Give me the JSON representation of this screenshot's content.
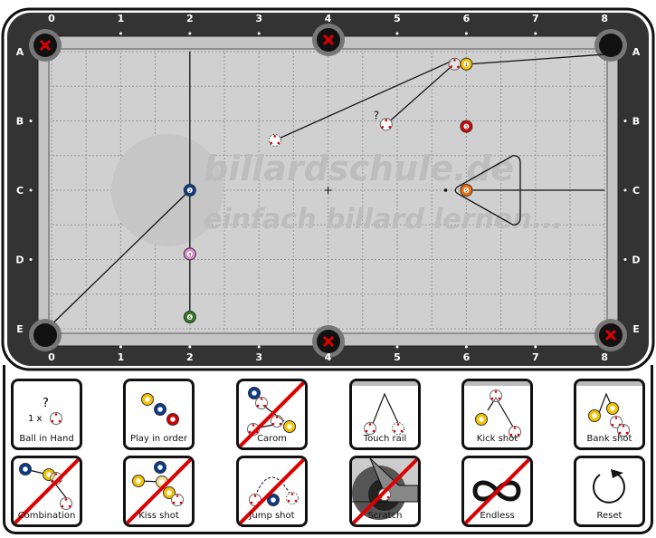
{
  "table": {
    "column_labels": [
      "0",
      "1",
      "2",
      "3",
      "4",
      "5",
      "6",
      "7",
      "8"
    ],
    "row_labels": [
      "A",
      "B",
      "C",
      "D",
      "E"
    ],
    "watermark_line1": "billardschule.de",
    "watermark_line2": "einfach billard lernen...",
    "question_mark": "?",
    "colors": {
      "rail": "#333333",
      "cushion": "#c4c4c4",
      "cloth": "#d0d0d0",
      "pocket_mark": "#dd0000"
    },
    "balls": [
      {
        "number": "1",
        "color": "#f5c400",
        "x": 6.0,
        "y": 0.18
      },
      {
        "number": "3",
        "color": "#d40000",
        "x": 6.0,
        "y": 1.08
      },
      {
        "number": "2",
        "color": "#0a3a8a",
        "x": 2.0,
        "y": 2.0
      },
      {
        "number": "4",
        "color": "#e08ad0",
        "x": 2.0,
        "y": 2.92
      },
      {
        "number": "6",
        "color": "#2f7a1e",
        "x": 2.0,
        "y": 3.83
      },
      {
        "number": "5",
        "color": "#ff6a00",
        "x": 6.0,
        "y": 2.0
      }
    ],
    "cue_balls": [
      {
        "kind": "ghost",
        "x": 5.83,
        "y": 0.18
      },
      {
        "kind": "ball-in-hand",
        "x": 4.84,
        "y": 1.05
      },
      {
        "kind": "dashed",
        "x": 3.23,
        "y": 1.28
      }
    ],
    "paths": [
      [
        [
          2.0,
          0.0
        ],
        [
          2.0,
          3.83
        ]
      ],
      [
        [
          0.04,
          3.9
        ],
        [
          2.0,
          2.0
        ]
      ],
      [
        [
          3.23,
          1.28
        ],
        [
          5.78,
          0.14
        ]
      ],
      [
        [
          4.84,
          1.05
        ],
        [
          5.8,
          0.2
        ]
      ],
      [
        [
          6.05,
          0.18
        ],
        [
          8.0,
          0.04
        ]
      ],
      [
        [
          6.05,
          2.0
        ],
        [
          8.0,
          2.0
        ]
      ]
    ],
    "rack_triangle": {
      "apex": [
        5.88,
        2.0
      ],
      "back_x": 6.78,
      "half_height": 0.5
    },
    "foot_spot": [
      5.7,
      2.0
    ],
    "center_spot": [
      4.0,
      2.0
    ],
    "pockets_marked": [
      "top-left",
      "top-middle",
      "bottom-middle",
      "bottom-right"
    ]
  },
  "buttons": [
    {
      "id": "ball-in-hand",
      "label": "Ball in Hand",
      "prefix": "1 x",
      "disabled": false
    },
    {
      "id": "play-in-order",
      "label": "Play in order",
      "disabled": false
    },
    {
      "id": "carom",
      "label": "Carom",
      "disabled": true
    },
    {
      "id": "touch-rail",
      "label": "Touch rail",
      "disabled": false
    },
    {
      "id": "kick-shot",
      "label": "Kick shot",
      "disabled": false
    },
    {
      "id": "bank-shot",
      "label": "Bank shot",
      "disabled": false
    },
    {
      "id": "combination",
      "label": "Combination",
      "disabled": true
    },
    {
      "id": "kiss-shot",
      "label": "Kiss shot",
      "disabled": true
    },
    {
      "id": "jump-shot",
      "label": "Jump shot",
      "disabled": true
    },
    {
      "id": "scratch",
      "label": "Scratch",
      "disabled": true
    },
    {
      "id": "endless",
      "label": "Endless",
      "disabled": true
    },
    {
      "id": "reset",
      "label": "Reset",
      "disabled": false
    }
  ]
}
